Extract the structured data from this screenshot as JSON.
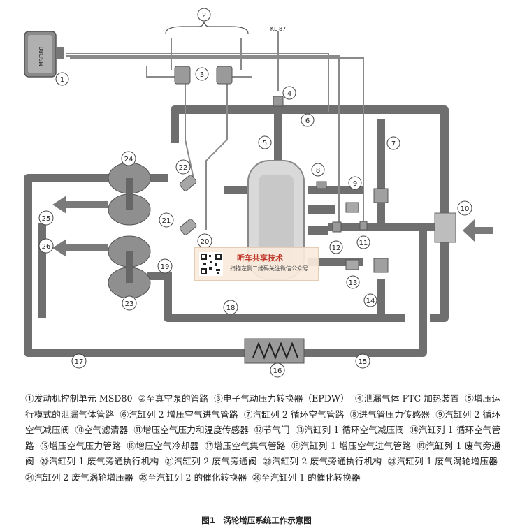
{
  "diagram": {
    "labels": {
      "ecu": "MSD80",
      "kl87": "KL 87",
      "n1": "1",
      "n2": "2",
      "n3": "3",
      "n4": "4",
      "n5": "5",
      "n6": "6",
      "n7": "7",
      "n8": "8",
      "n9": "9",
      "n10": "10",
      "n11": "11",
      "n12": "12",
      "n13": "13",
      "n14": "14",
      "n15": "15",
      "n16": "16",
      "n17": "17",
      "n18": "18",
      "n19": "19",
      "n20": "20",
      "n21": "21",
      "n22": "22",
      "n23": "23",
      "n24": "24",
      "n25": "25",
      "n26": "26"
    }
  },
  "legend": [
    "①发动机控制单元 MSD80",
    "②至真空泵的管路",
    "③电子气动压力转换器（EPDW）",
    "④泄漏气体 PTC 加热装置",
    "⑤增压运行模式的泄漏气体管路",
    "⑥汽缸列 2 增压空气进气管路",
    "⑦汽缸列 2 循环空气管路",
    "⑧进气管压力传感器",
    "⑨汽缸列 2 循环空气减压阀",
    "⑩空气滤清器",
    "⑪增压空气压力和温度传感器",
    "⑫节气门",
    "⑬汽缸列 1 循环空气减压阀",
    "⑭汽缸列 1 循环空气管路",
    "⑮增压空气压力管路",
    "⑯增压空气冷却器",
    "⑰增压空气集气管路",
    "⑱汽缸列 1 增压空气进气管路",
    "⑲汽缸列 1 废气旁通阀",
    "⑳汽缸列 1 废气旁通执行机构",
    "㉑汽缸列 2 废气旁通阀",
    "㉒汽缸列 2 废气旁通执行机构",
    "㉓汽缸列 1 废气涡轮增压器",
    "㉔汽缸列 2 废气涡轮增压器",
    "㉕至汽缸列 2 的催化转换器",
    "㉖至汽缸列 1 的催化转换器"
  ],
  "figure_title": "图1　涡轮增压系统工作示意图",
  "watermark": {
    "title": "听车共享技术",
    "subtitle": "扫描左侧二维码关注微信公众号"
  }
}
